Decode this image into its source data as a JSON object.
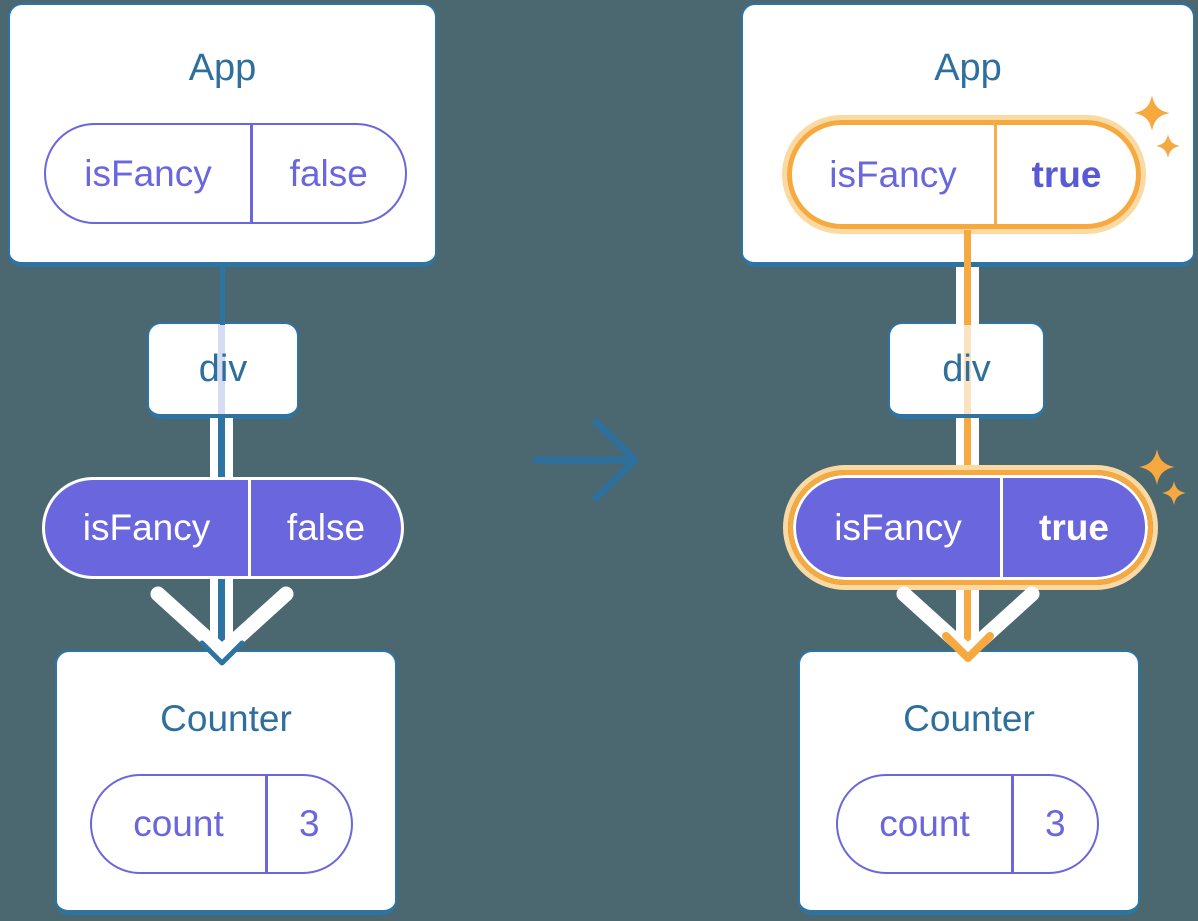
{
  "diagram_title": "",
  "before": {
    "app": {
      "title": "App",
      "state": {
        "key": "isFancy",
        "value": "false"
      }
    },
    "div_label": "div",
    "prop": {
      "key": "isFancy",
      "value": "false"
    },
    "counter": {
      "title": "Counter",
      "state": {
        "key": "count",
        "value": "3"
      }
    }
  },
  "after": {
    "app": {
      "title": "App",
      "state": {
        "key": "isFancy",
        "value": "true"
      }
    },
    "div_label": "div",
    "prop": {
      "key": "isFancy",
      "value": "true"
    },
    "counter": {
      "title": "Counter",
      "state": {
        "key": "count",
        "value": "3"
      }
    }
  },
  "icons": {
    "transition_arrow": "right-arrow",
    "prop_flow_arrow_left": "down-arrow-teal",
    "prop_flow_arrow_right": "down-arrow-orange",
    "prop_chevron": "wide-down-chevron-white",
    "highlight_sparkles": "four-point-sparkles"
  },
  "colors": {
    "background": "#4B6770",
    "box_border": "#2E74A3",
    "heading_text": "#2F6F9D",
    "purple": "#6A67DE",
    "purple_value_bold": "#5759D6",
    "white": "#FFFFFF",
    "highlight_orange": "#F5A93F",
    "highlight_orange_pale": "#FAD9A2",
    "pass_through_lavender": "#D5DCF4",
    "pass_through_pale_orange": "#FAE3C0",
    "arrow_blue": "#2D709D"
  }
}
